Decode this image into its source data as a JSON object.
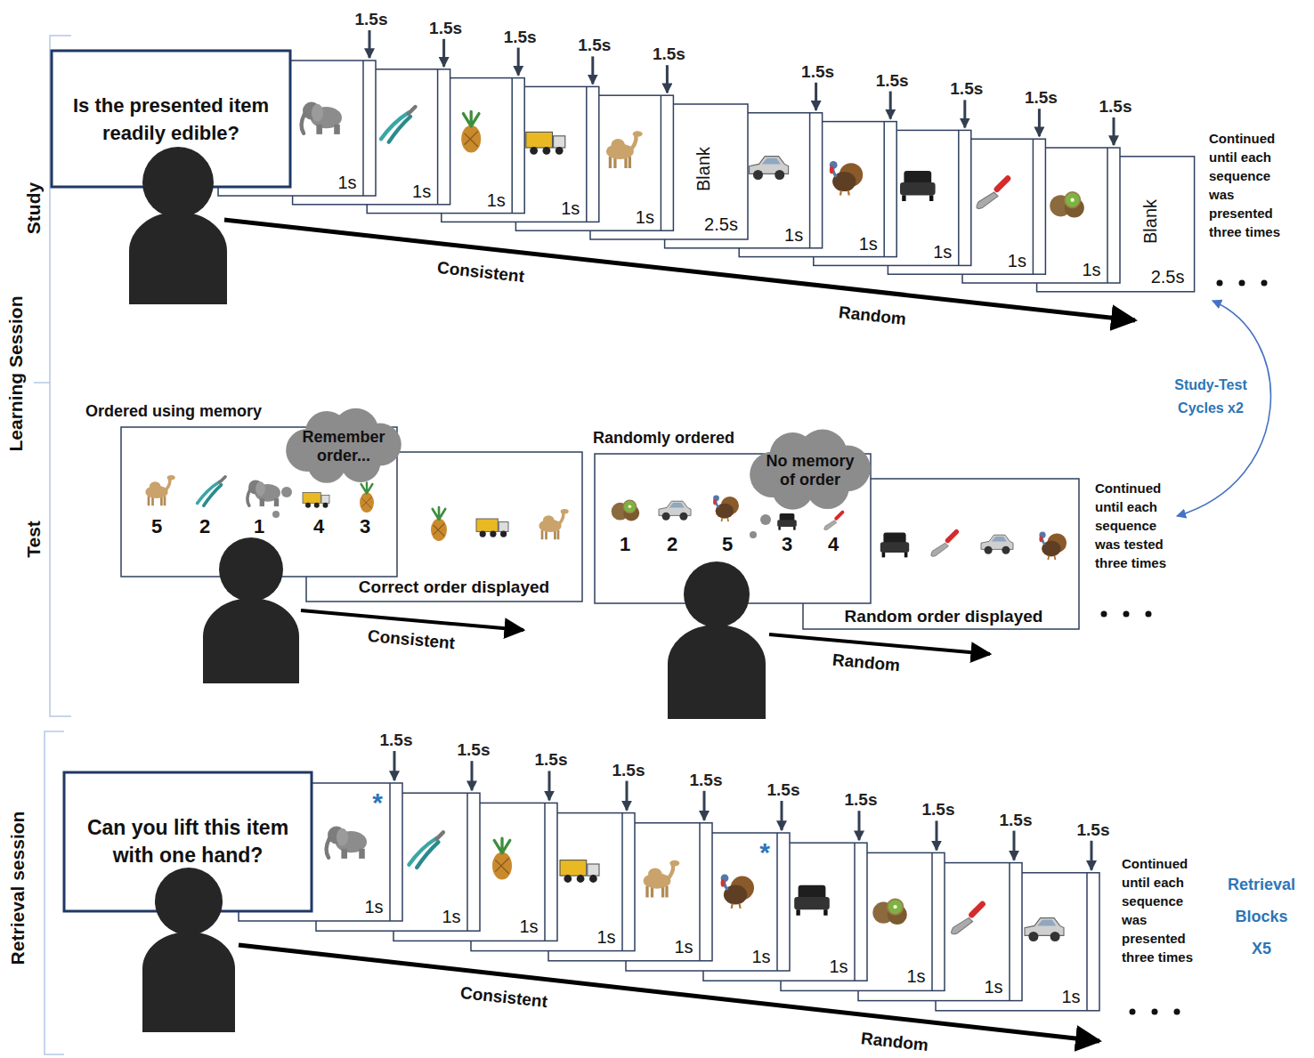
{
  "diagram": {
    "nodes": [
      {
        "text": [
          "Is the presented item readily edible?"
        ]
      },
      {
        "text": [
          "1s"
        ]
      },
      {
        "text": [
          "1s"
        ]
      },
      {
        "text": [
          "1s"
        ]
      },
      {
        "text": [
          "1s"
        ]
      },
      {
        "text": [
          "1s"
        ]
      },
      {
        "text": [
          "Blank",
          "2.5s"
        ]
      },
      {
        "text": [
          "1s"
        ]
      },
      {
        "text": [
          "1s"
        ]
      },
      {
        "text": [
          "1s"
        ]
      },
      {
        "text": [
          "1s"
        ]
      },
      {
        "text": [
          "1s"
        ]
      },
      {
        "text": [
          "Blank",
          "2.5s"
        ]
      },
      {
        "text": [
          "Ordered using memory",
          "5",
          "2",
          "1",
          "4",
          "3"
        ]
      },
      {
        "text": [
          "Remember order..."
        ]
      },
      {
        "text": [
          "Correct order displayed"
        ]
      },
      {
        "text": [
          "Randomly ordered",
          "1",
          "2",
          "5",
          "3",
          "4"
        ]
      },
      {
        "text": [
          "No memory of order"
        ]
      },
      {
        "text": [
          "Random order displayed"
        ]
      },
      {
        "text": [
          "Can you lift this item with one hand?"
        ]
      },
      {
        "text": [
          "*",
          "1s"
        ]
      },
      {
        "text": [
          "1s"
        ]
      },
      {
        "text": [
          "1s"
        ]
      },
      {
        "text": [
          "1s"
        ]
      },
      {
        "text": [
          "1s"
        ]
      },
      {
        "text": [
          "*",
          "1s"
        ]
      },
      {
        "text": [
          "1s"
        ]
      },
      {
        "text": [
          "1s"
        ]
      },
      {
        "text": [
          "1s"
        ]
      },
      {
        "text": [
          "1s"
        ]
      }
    ],
    "labels": [
      "Study",
      "Learning Session",
      "1.5s",
      "1.5s",
      "1.5s",
      "1.5s",
      "1.5s",
      "1.5s",
      "1.5s",
      "1.5s",
      "1.5s",
      "1.5s",
      "Consistent",
      "Random",
      "Continued until each sequence was presented three times",
      "Study-Test Cycles x2",
      "Test",
      "Consistent",
      "Random",
      "Continued until each sequence was tested three times",
      "Retrieval session",
      "1.5s",
      "1.5s",
      "1.5s",
      "1.5s",
      "1.5s",
      "1.5s",
      "1.5s",
      "1.5s",
      "1.5s",
      "1.5s",
      "Consistent",
      "Random",
      "Continued until each sequence was presented three times",
      "Retrieval Blocks X5"
    ]
  }
}
